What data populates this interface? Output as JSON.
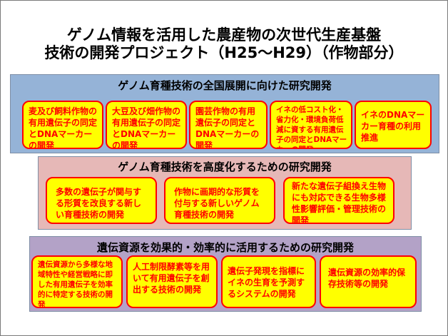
{
  "title": {
    "line1": "ゲノム情報を活用した農産物の次世代生産基盤",
    "line2": "技術の開発プロジェクト（H25〜H29）（作物部分）"
  },
  "sections": [
    {
      "title": "ゲノム育種技術の全国展開に向けた研究開発",
      "boxes": [
        "麦及び飼料作物の有用遺伝子の同定とDNAマーカーの開発",
        "大豆及び畑作物の有用遺伝子の同定とDNAマーカーの開発",
        "園芸作物の有用遺伝子の同定とDNAマーカーの開発",
        "イネの低コスト化・省力化・環境負荷低減に資する有用遺伝子の同定とDNAマーカーの開発",
        "イネのDNAマーカー育種の利用推進"
      ]
    },
    {
      "title": "ゲノム育種技術を高度化するための研究開発",
      "boxes": [
        "多数の遺伝子が関与する形質を改良する新しい育種技術の開発",
        "作物に画期的な形質を付与する新しいゲノム育種技術の開発",
        "新たな遺伝子組換え生物にも対応できる生物多様性影響評価・管理技術の開発"
      ]
    },
    {
      "title": "遺伝資源を効果的・効率的に活用するための研究開発",
      "boxes": [
        "遺伝資源から多様な地域特性や経営戦略に即した有用遺伝子を効率的に特定する技術の開発",
        "人工制限酵素等を用いて有用遺伝子を創出する技術の開発",
        "遺伝子発現を指標にイネの生育を予測するシステムの開発",
        "遺伝資源の効率的保存技術等の開発"
      ]
    }
  ]
}
